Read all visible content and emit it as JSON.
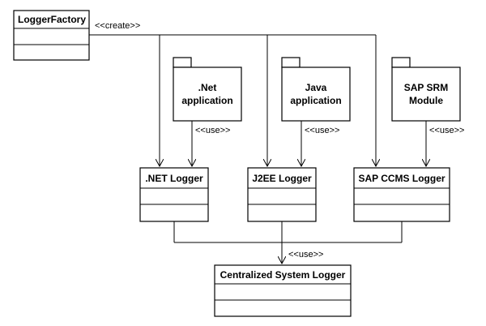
{
  "classes": {
    "logger_factory": "LoggerFactory",
    "net_logger": ".NET Logger",
    "j2ee_logger": "J2EE Logger",
    "sap_ccms_logger": "SAP CCMS Logger",
    "central_logger": "Centralized System Logger"
  },
  "packages": {
    "net_app": {
      "line1": ".Net",
      "line2": "application"
    },
    "java_app": {
      "line1": "Java",
      "line2": "application"
    },
    "sap_srm": {
      "line1": "SAP SRM",
      "line2": "Module"
    }
  },
  "stereotypes": {
    "create": "<<create>>",
    "use_net": "<<use>>",
    "use_java": "<<use>>",
    "use_sap": "<<use>>",
    "use_central": "<<use>>"
  }
}
